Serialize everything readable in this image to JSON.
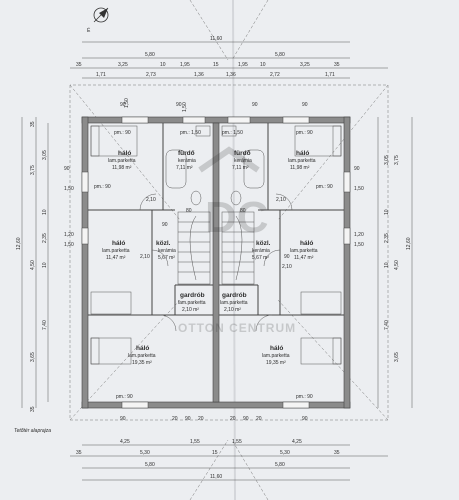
{
  "north_symbol": "É",
  "caption": "Tetőtér alaprajza",
  "watermark": {
    "line1": "DC",
    "line2": "OTTON CENTRUM"
  },
  "top_dims": {
    "overall": "11,60",
    "left_half": "5,80",
    "right_half": "5,80",
    "row2": [
      "35",
      "3,25",
      "10",
      "1,95",
      "15",
      "1,95",
      "10",
      "3,25",
      "35"
    ],
    "row3": [
      "1,71",
      "2,73",
      "1,36",
      "1,36",
      "2,72",
      "1,71"
    ]
  },
  "bottom_dims": {
    "row1": [
      "4,25",
      "1,55",
      "1,55",
      "4,25"
    ],
    "row2": [
      "35",
      "5,30",
      "15",
      "5,30",
      "35"
    ],
    "row3": [
      "5,80",
      "5,80"
    ],
    "overall": "11,60"
  },
  "left_dims": {
    "outer": [
      "35",
      "3,75",
      "4,50",
      "3,65",
      "35"
    ],
    "mid": [
      "3,05",
      "10",
      "2,35",
      "10",
      "7,40"
    ],
    "overall": "12,60",
    "openings": [
      "90",
      "1,50",
      "1,20",
      "1,50"
    ]
  },
  "right_dims": {
    "outer": [
      "3,05",
      "3,75",
      "10",
      "2,35",
      "10",
      "4,50",
      "3,65",
      "7,40"
    ],
    "overall": "12,60",
    "openings": [
      "90",
      "1,50",
      "1,20",
      "1,50"
    ]
  },
  "interior_dims": [
    "90",
    "1,50",
    "90",
    "1,50",
    "90",
    "90",
    "90",
    "90",
    "20",
    "90",
    "20",
    "20",
    "90",
    "20",
    "90",
    "2,10",
    "2,10",
    "2,10",
    "2,10",
    "90",
    "80",
    "80"
  ],
  "rooms": [
    {
      "name": "háló",
      "floor": "lam.parketta",
      "area": "11,98 m²"
    },
    {
      "name": "fürdő",
      "floor": "kerámia",
      "area": "7,11 m²"
    },
    {
      "name": "fürdő",
      "floor": "kerámia",
      "area": "7,11 m²"
    },
    {
      "name": "háló",
      "floor": "lam.parketta",
      "area": "11,98 m²"
    },
    {
      "name": "háló",
      "floor": "lam.parketta",
      "area": "11,47 m²"
    },
    {
      "name": "közl.",
      "floor": "kerámia",
      "area": "5,67 m²"
    },
    {
      "name": "közl.",
      "floor": "kerámia",
      "area": "5,67 m²"
    },
    {
      "name": "háló",
      "floor": "lam.parketta",
      "area": "11,47 m²"
    },
    {
      "name": "gardrób",
      "floor": "lam.parketta",
      "area": "2,10 m²"
    },
    {
      "name": "gardrób",
      "floor": "lam.parketta",
      "area": "2,10 m²"
    },
    {
      "name": "háló",
      "floor": "lam.parketta",
      "area": "19,35 m²"
    },
    {
      "name": "háló",
      "floor": "lam.parketta",
      "area": "19,35 m²"
    }
  ],
  "pm_labels": [
    "pm.: 90",
    "pm.: 1,50",
    "pm.: 1,50",
    "pm.: 90",
    "pm.: 90",
    "pm.: 90",
    "pm.: 90",
    "pm.: 90"
  ]
}
